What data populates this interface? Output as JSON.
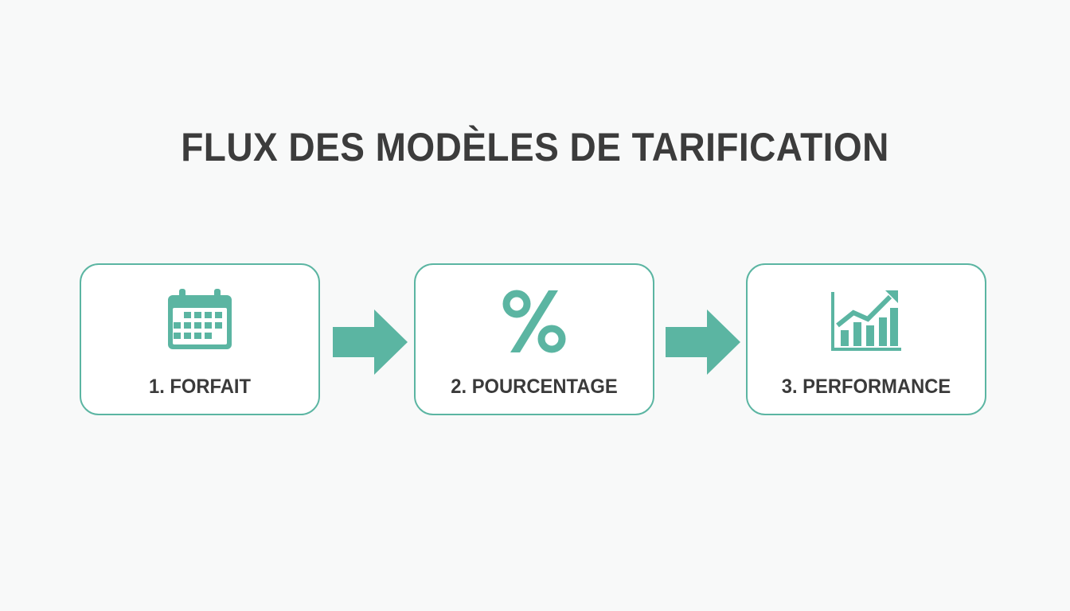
{
  "title": "FLUX DES MODÈLES DE TARIFICATION",
  "colors": {
    "accent": "#5bb5a2",
    "text": "#3c3c3c",
    "background": "#f8f9f9"
  },
  "steps": [
    {
      "label": "1. FORFAIT",
      "icon": "calendar-icon"
    },
    {
      "label": "2. POURCENTAGE",
      "icon": "percent-icon"
    },
    {
      "label": "3. PERFORMANCE",
      "icon": "bar-chart-growth-icon"
    }
  ]
}
